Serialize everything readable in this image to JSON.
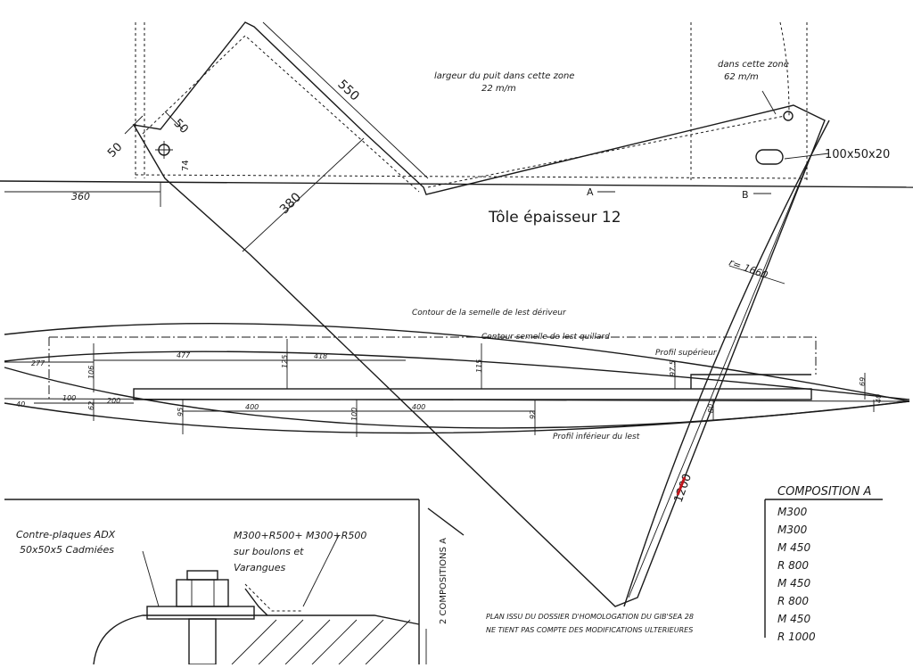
{
  "top": {
    "plate_title": "Tôle épaisseur 12",
    "zone_note_1": "largeur du puit dans cette zone",
    "zone_note_1_value": "22 m/m",
    "zone_note_2": "dans cette zone",
    "zone_note_2_value": "62 m/m",
    "dim_550": "550",
    "dim_380": "380",
    "dim_50a": "50",
    "dim_50b": "50",
    "dim_74": "74",
    "dim_360": "360",
    "section_a": "A",
    "section_b": "B",
    "slot_label": "100x50x20",
    "radius_label": "r= 1660",
    "dim_1200": "1200"
  },
  "profile": {
    "contour_detiveur": "Contour de la semelle de lest dériveur",
    "contour_quillard": "Contour semelle de lest quillard",
    "profil_superieur": "Profil supérieur",
    "profil_inferieur": "Profil inférieur du lest",
    "dims": {
      "d277": "277",
      "d477": "477",
      "d418": "418",
      "d106": "106",
      "d125": "125",
      "d115": "115",
      "d975": "97.5",
      "d69": "69",
      "d40": "40",
      "d100a": "100",
      "d200": "200",
      "d62": "62",
      "d95": "95",
      "d400a": "400",
      "d100b": "100",
      "d400b": "400",
      "d92": "92",
      "d80": "80",
      "d40b": "40"
    }
  },
  "detail": {
    "plates_line1": "Contre-plaques ADX",
    "plates_line2": "50x50x5 Cadmiées",
    "resin_line1": "M300+R500+ M300+R500",
    "resin_line2": "sur boulons et",
    "resin_line3": "Varangues",
    "vertical_label": "2 COMPOSITIONS A"
  },
  "note": {
    "line1": "PLAN ISSU DU DOSSIER D'HOMOLOGATION DU GIB'SEA 28",
    "line2": "NE TIENT PAS COMPTE DES MODIFICATIONS ULTERIEURES"
  },
  "composition": {
    "title": "COMPOSITION A",
    "items": [
      "M300",
      "M300",
      "M 450",
      "R 800",
      "M 450",
      "R 800",
      "M 450",
      "R 1000"
    ]
  }
}
